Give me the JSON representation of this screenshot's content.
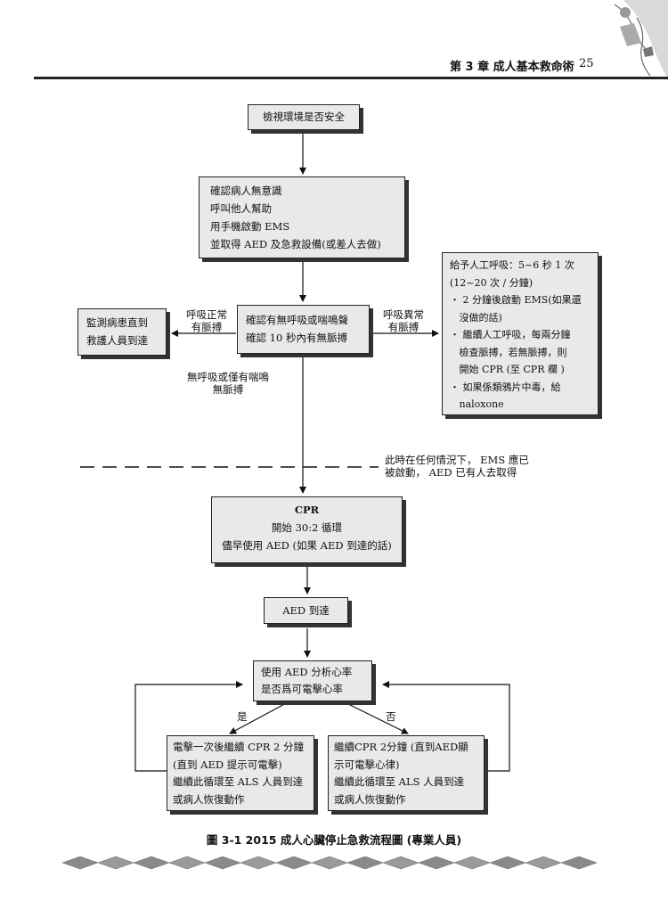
{
  "header": {
    "chapter_title": "第 3 章  成人基本救命術",
    "page_number": "25"
  },
  "flowchart": {
    "check_environment": "檢視環境是否安全",
    "initial_steps": [
      "確認病人無意識",
      "呼叫他人幫助",
      "用手機啟動 EMS",
      "並取得 AED 及急救設備(或差人去做)"
    ],
    "assess_breathing": [
      "確認有無呼吸或喘鳴聲",
      "確認 10 秒內有無脈搏"
    ],
    "left_label": [
      "呼吸正常",
      "有脈搏"
    ],
    "monitor_box": [
      "監測病患直到",
      "救護人員到達"
    ],
    "right_label": [
      "呼吸異常",
      "有脈搏"
    ],
    "rescue_breathing": [
      "給予人工呼吸：5~6 秒 1 次",
      "(12~20 次 / 分鐘)",
      "・ 2 分鐘後啟動 EMS(如果還",
      "   沒做的話)",
      "・ 繼續人工呼吸，每兩分鐘",
      "   檢查脈搏，若無脈搏，則",
      "   開始 CPR (至 CPR 欄 )",
      "・ 如果係類鴉片中毒，給",
      "   naloxone"
    ],
    "down_label": [
      "無呼吸或僅有喘鳴",
      "無脈搏"
    ],
    "ems_note": [
      "此時在任何情況下， EMS 應已",
      "被啟動， AED 已有人去取得"
    ],
    "cpr_box": {
      "title": "CPR",
      "lines": [
        "開始 30:2 循環",
        "儘早使用 AED (如果 AED 到達的話)"
      ]
    },
    "aed_arrives": "AED 到達",
    "analyze_box": [
      "使用 AED 分析心率",
      "是否爲可電擊心率"
    ],
    "yes_label": "是",
    "no_label": "否",
    "shock_box": [
      "電擊一次後繼續 CPR 2 分鐘",
      "(直到 AED 提示可電擊)",
      "繼續此循環至 ALS 人員到達",
      "或病人恢復動作"
    ],
    "no_shock_box": [
      "繼續CPR 2分鐘 (直到AED顯",
      "示可電擊心律)",
      "繼續此循環至 ALS 人員到達",
      "或病人恢復動作"
    ]
  },
  "caption": "圖 3-1   2015 成人心臟停止急救流程圖 (專業人員)",
  "colors": {
    "box_fill": "#e9e9e9",
    "line": "#222222",
    "diamond": "#8a8a8a"
  }
}
